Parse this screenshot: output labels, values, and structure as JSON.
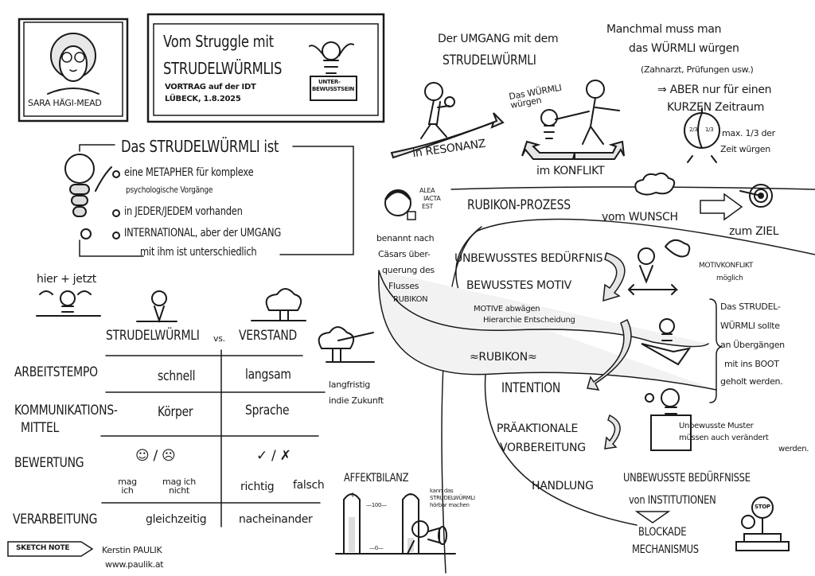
{
  "header": {
    "speaker_name": "SARA HÄGI-MEAD",
    "title_line1": "Vom Struggle mit",
    "title_line2": "STRUDELWÜRMLIS",
    "event": "VORTRAG auf der IDT",
    "place_date": "LÜBECK, 1.8.2025",
    "box_label_1": "UNTER-",
    "box_label_2": "BEWUSSTSEIN"
  },
  "definition": {
    "heading": "Das STRUDELWÜRMLI ist",
    "bullets": [
      {
        "line1": "eine METAPHER für komplexe",
        "line2": "psychologische Vorgänge"
      },
      {
        "line1": "in JEDER/JEDEM vorhanden"
      },
      {
        "line1": "INTERNATIONAL, aber der UMGANG",
        "line2": "mit ihm ist unterschiedlich"
      }
    ]
  },
  "comparison": {
    "here_now": "hier + jetzt",
    "col1": "STRUDELWÜRMLI",
    "vs": "vs.",
    "col2": "VERSTAND",
    "rows": [
      {
        "label": "ARBEITSTEMPO",
        "a": "schnell",
        "b": "langsam"
      },
      {
        "label": "KOMMUNIKATIONS-",
        "label2": "MITTEL",
        "a": "Körper",
        "b": "Sprache"
      },
      {
        "label": "BEWERTUNG",
        "a_icons": "☺ / ☹",
        "a1": "mag ich",
        "a2": "mag ich nicht",
        "b_icons": "✓ / ✗",
        "b1": "richtig",
        "b2": "falsch"
      },
      {
        "label": "VERARBEITUNG",
        "a": "gleichzeitig",
        "b": "nacheinander"
      }
    ],
    "longterm_1": "langfristig",
    "longterm_2": "indie Zukunft"
  },
  "footer": {
    "badge": "SKETCH NOTE",
    "author": "Kerstin PAULIK",
    "website": "www.paulik.at"
  },
  "umgang": {
    "title1": "Der UMGANG mit dem",
    "title2": "STRUDELWÜRMLI",
    "resonanz": "in RESONANZ",
    "wuergen": "Das WÜRMLI würgen",
    "konflikt": "im KONFLIKT"
  },
  "manchmal": {
    "l1": "Manchmal muss man",
    "l2": "das WÜRMLI würgen",
    "l3": "(Zahnarzt, Prüfungen usw.)",
    "l4": "⇒ ABER nur für einen",
    "l5": "KURZEN Zeitraum",
    "clock_a": "2/3",
    "clock_b": "1/3",
    "max1": "max. 1/3 der",
    "max2": "Zeit würgen"
  },
  "rubikon": {
    "quote1": "ALEA",
    "quote2": "IACTA",
    "quote3": "EST",
    "title": "RUBIKON-PROZESS",
    "wunsch": "vom WUNSCH",
    "ziel": "zum ZIEL",
    "caption": [
      "benannt nach",
      "Cäsars über-",
      "querung des",
      "Flusses",
      "RUBIKON"
    ],
    "steps": {
      "s1": "UNBEWUSSTES BEDÜRFNIS",
      "s2": "BEWUSSTES MOTIV",
      "s2a": "MOTIVE abwägen",
      "s2b": "Hierarchie Entscheidung",
      "river": "≈RUBIKON≈",
      "s3": "INTENTION",
      "s4a": "PRÄAKTIONALE",
      "s4b": "VORBEREITUNG",
      "s5": "HANDLUNG"
    },
    "konflikt1": "MOTIVKONFLIKT",
    "konflikt2": "möglich",
    "boot": [
      "Das STRUDEL-",
      "WÜRMLI sollte",
      "an Übergängen",
      "mit ins BOOT",
      "geholt werden."
    ],
    "muster": [
      "Unbewusste Muster",
      "müssen auch verändert",
      "werden."
    ]
  },
  "affekt": {
    "title": "AFFEKTBILANZ",
    "plus": "+",
    "minus": "−",
    "max": "—100—",
    "min": "—0—",
    "note": [
      "kann das",
      "STRUDELWÜRMLI",
      "hörbar machen"
    ]
  },
  "institutionen": {
    "l1": "UNBEWUSSTE BEDÜRFNISSE",
    "l2": "von INSTITUTIONEN",
    "l3": "BLOCKADE",
    "l4": "MECHANISMUS",
    "stop": "STOP"
  }
}
